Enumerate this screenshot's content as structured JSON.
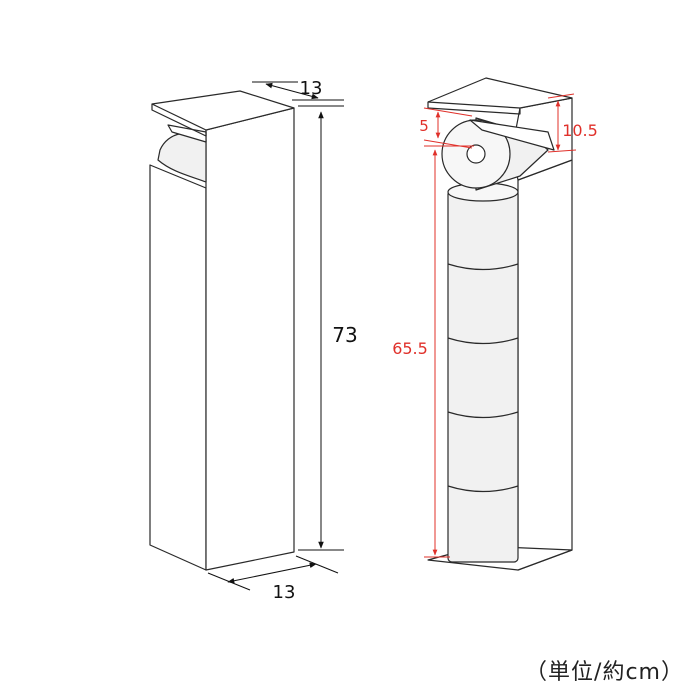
{
  "colors": {
    "outline": "#2a2a2a",
    "dimension_black": "#111111",
    "dimension_red": "#e0302a",
    "paper_fill": "#f1f1f1"
  },
  "left_unit": {
    "dimensions": {
      "top_depth": "13",
      "height": "73",
      "bottom_width": "13"
    }
  },
  "right_unit": {
    "dimensions": {
      "roll_gap": "5",
      "holder_height": "10.5",
      "storage_height": "65.5"
    },
    "stored_rolls": 5
  },
  "unit_note": "（単位/約cm）"
}
